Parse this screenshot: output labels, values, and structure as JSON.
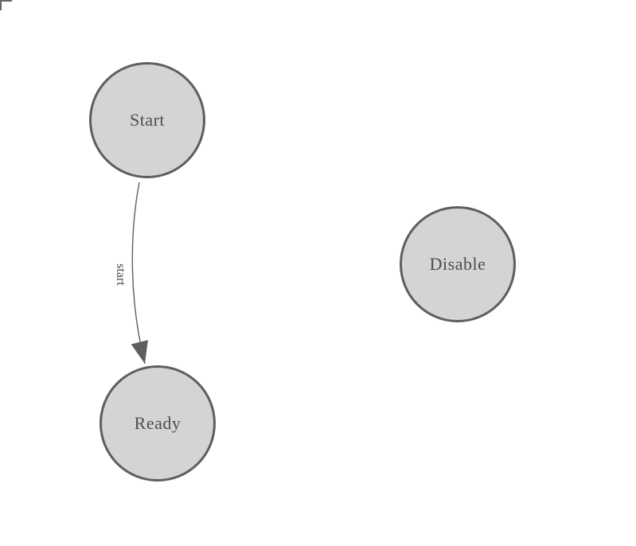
{
  "diagram": {
    "nodes": [
      {
        "id": "start",
        "label": "Start"
      },
      {
        "id": "ready",
        "label": "Ready"
      },
      {
        "id": "disable",
        "label": "Disable"
      }
    ],
    "edges": [
      {
        "from": "start",
        "to": "ready",
        "label": "start"
      }
    ],
    "colors": {
      "node_fill": "#d4d4d4",
      "node_stroke": "#5e5e5e",
      "node_text": "#4e4e4e",
      "edge_stroke": "#5f5f5f",
      "edge_label_text": "#44474d",
      "background": "#ffffff",
      "corner_mark": "#666666"
    }
  }
}
